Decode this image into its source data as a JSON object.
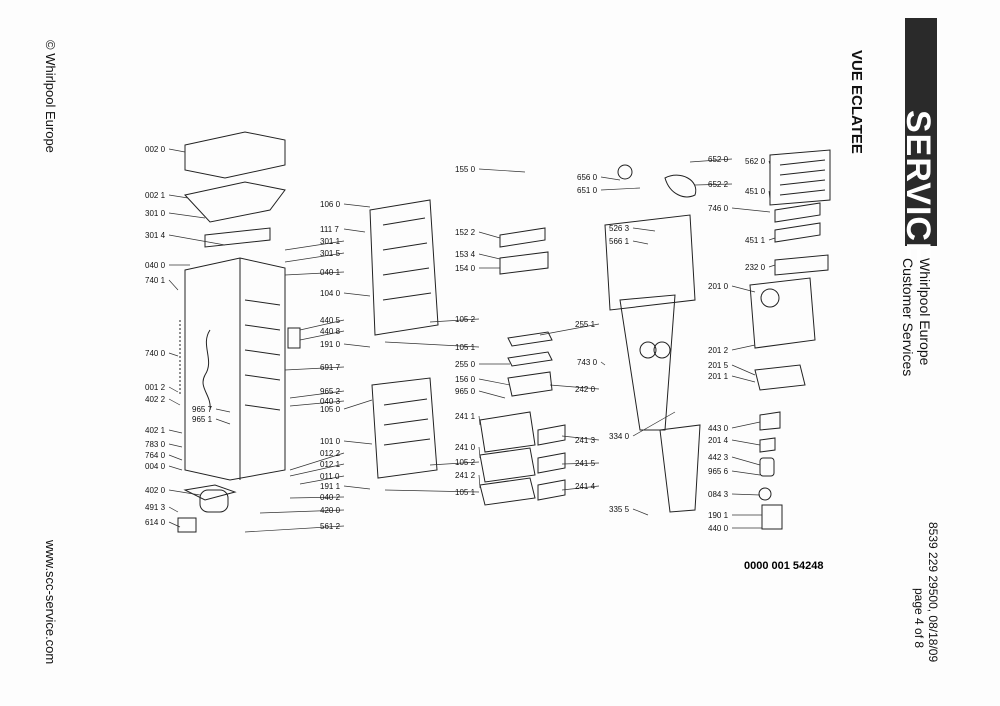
{
  "header": {
    "copyright": "© Whirlpool Europe",
    "website": "www.scc-service.com",
    "service_banner": "SERVICE",
    "brand_line1": "Whirlpool Europe",
    "brand_line2": "Customer Services",
    "title": "VUE ECLATEE",
    "doc_ref": "8539 229 29500, 08/18/09",
    "page_number": "page 4 of 8",
    "part_code": "0000 001 54248"
  },
  "labels": [
    "002 0",
    "002 1",
    "301 0",
    "301 4",
    "040 0",
    "740 1",
    "740 0",
    "001 2",
    "402 2",
    "965 7",
    "965 1",
    "402 1",
    "783 0",
    "764 0",
    "004 0",
    "402 0",
    "491 3",
    "614 0",
    "106 0",
    "111 7",
    "301 1",
    "301 5",
    "040 1",
    "104 0",
    "440 5",
    "440 8",
    "191 0",
    "691 7",
    "965 2",
    "040 3",
    "105 0",
    "101 0",
    "012 2",
    "012 1",
    "011 0",
    "191 1",
    "040 2",
    "420 0",
    "561 2",
    "155 0",
    "152 2",
    "153 4",
    "154 0",
    "105 2",
    "105 1",
    "255 1",
    "255 0",
    "156 0",
    "965 0",
    "242 0",
    "241 1",
    "241 0",
    "241 2",
    "241 3",
    "241 5",
    "241 4",
    "105 2",
    "105 1",
    "656 0",
    "651 0",
    "652 0",
    "652 2",
    "526 3",
    "566 1",
    "743 0",
    "334 0",
    "335 5",
    "562 0",
    "451 0",
    "746 0",
    "451 1",
    "232 0",
    "201 0",
    "201 2",
    "201 5",
    "201 1",
    "443 0",
    "201 4",
    "442 3",
    "965 6",
    "084 3",
    "190 1",
    "440 0"
  ]
}
